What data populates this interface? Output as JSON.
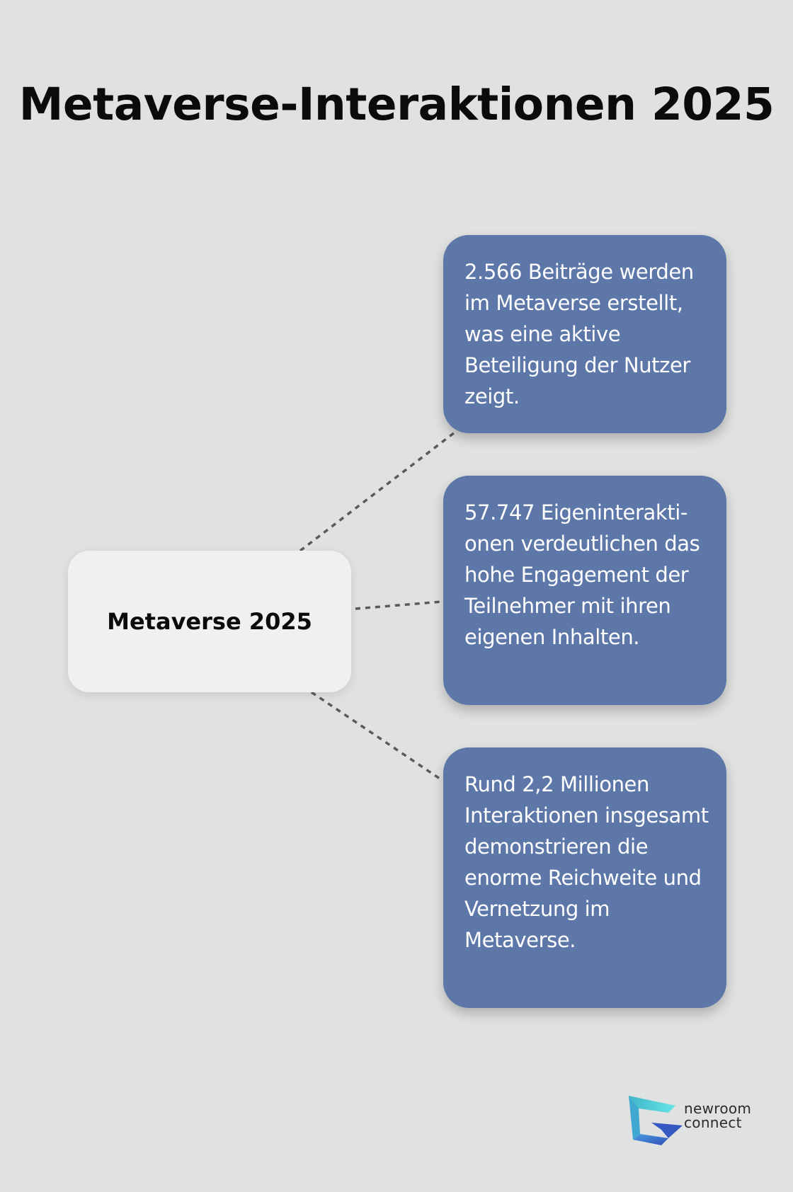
{
  "title": "Metaverse-Interaktionen 2025",
  "hub": {
    "label": "Metaverse 2025"
  },
  "cards": [
    {
      "text": "2.566 Beiträge werden im Metaverse erstellt, was eine aktive Beteiligung der Nutzer zeigt."
    },
    {
      "text": "57.747 Eigeninterakti­onen verdeutlichen das hohe Engagement der Teilnehmer mit ihren eigenen Inhalten."
    },
    {
      "text": "Rund 2,2 Millionen Interaktionen insgesamt demonstrieren die enorme Reichweite und Vernetzung im Metaverse."
    }
  ],
  "logo": {
    "line1": "newroom",
    "line2": "connect"
  },
  "colors": {
    "background": "#e0e1e1",
    "card": "#5d77a9",
    "hub": "#eff0f2",
    "connector": "#5a5a5a"
  }
}
